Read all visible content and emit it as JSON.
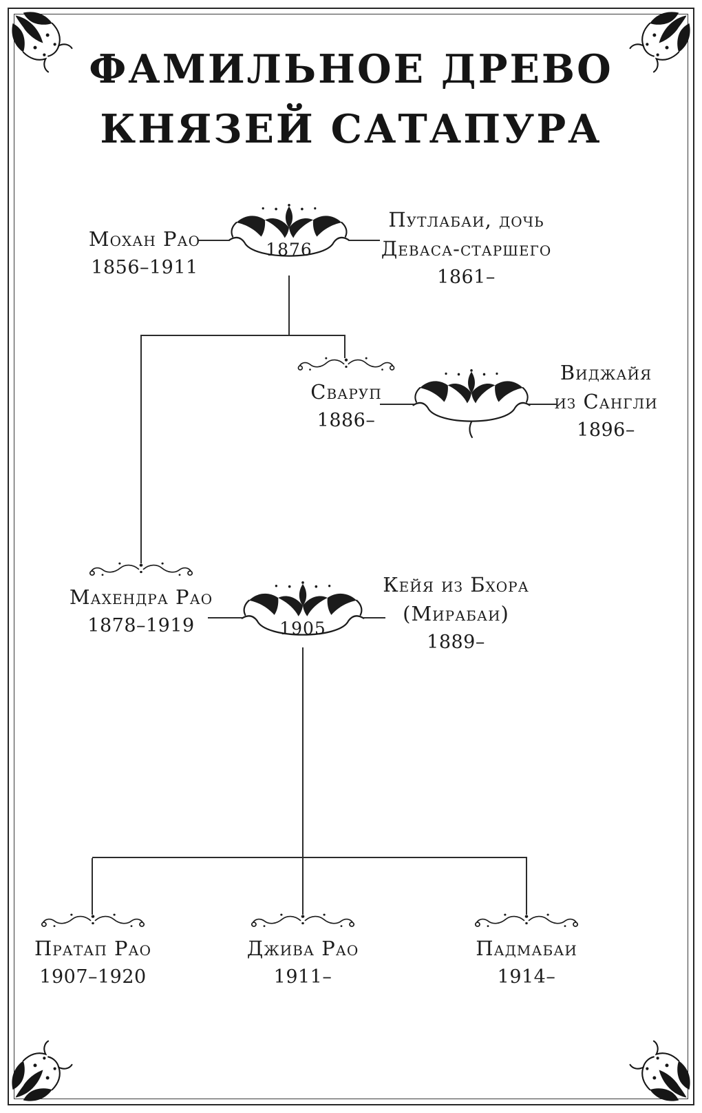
{
  "title": {
    "line1": "ФАМИЛЬНОЕ ДРЕВО",
    "line2": "КНЯЗЕЙ САТАПУРА"
  },
  "tree": {
    "gen1": {
      "husband": {
        "name": "Мохан Рао",
        "dates": "1856–1911"
      },
      "marriage_year": "1876",
      "wife": {
        "line1": "Путлабаи, дочь",
        "line2": "Деваса-старшего",
        "dates": "1861–"
      }
    },
    "swarup_union": {
      "husband": {
        "name": "Сваруп",
        "dates": "1886–"
      },
      "wife": {
        "line1": "Виджайя",
        "line2": "из Сангли",
        "dates": "1896–"
      }
    },
    "mahendra_union": {
      "husband": {
        "name": "Махендра Рао",
        "dates": "1878–1919"
      },
      "marriage_year": "1905",
      "wife": {
        "line1": "Кейя из Бхора",
        "line2": "(Мирабаи)",
        "dates": "1889–"
      }
    },
    "gen3": [
      {
        "name": "Пратап Рао",
        "dates": "1907–1920"
      },
      {
        "name": "Джива Рао",
        "dates": "1911–"
      },
      {
        "name": "Падмабаи",
        "dates": "1914–"
      }
    ]
  },
  "colors": {
    "ink": "#1c1c1c",
    "paper": "#ffffff"
  }
}
